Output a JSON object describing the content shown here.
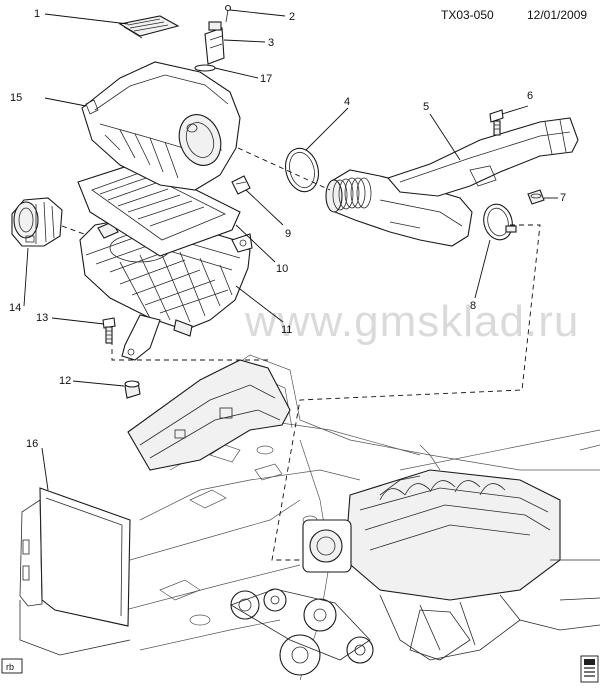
{
  "header": {
    "code": "TX03-050",
    "date": "12/01/2009"
  },
  "watermark": "www.gmsklad.ru",
  "corner_tag": "rb",
  "callouts": {
    "c1": "1",
    "c2": "2",
    "c3": "3",
    "c4": "4",
    "c5": "5",
    "c6": "6",
    "c7": "7",
    "c8": "8",
    "c9": "9",
    "c10": "10",
    "c11": "11",
    "c12": "12",
    "c13": "13",
    "c14": "14",
    "c15": "15",
    "c16": "16",
    "c17": "17"
  }
}
